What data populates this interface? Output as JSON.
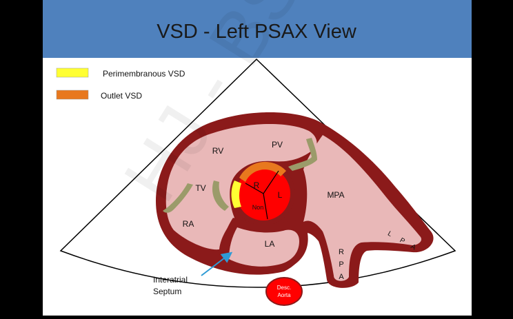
{
  "slide": {
    "title": "VSD - Left PSAX View"
  },
  "legend": {
    "items": [
      {
        "label": "Perimembranous VSD",
        "color": "#ffff33"
      },
      {
        "label": "Outlet VSD",
        "color": "#e8781e"
      }
    ]
  },
  "labels": {
    "rv": "RV",
    "pv": "PV",
    "tv": "TV",
    "ra": "RA",
    "la": "LA",
    "mpa": "MPA",
    "r": "R",
    "l": "L",
    "non": "Non",
    "rpa": [
      "R",
      "P",
      "A"
    ],
    "lpa": [
      "L",
      "P",
      "A"
    ],
    "interatrial": [
      "Interatrial",
      "Septum"
    ],
    "desc_aorta": [
      "Desc.",
      "Aorta"
    ]
  },
  "watermark": "HJ - BS",
  "colors": {
    "header": "#4f81bd",
    "wall": "#8b1a1a",
    "chamber": "#e9b8b8",
    "aorta": "#ff0000",
    "valve_leaflet": "#9b9b6a",
    "arrow": "#2e9bd6",
    "sector": "#ffffff",
    "slide_bg": "#000000"
  }
}
